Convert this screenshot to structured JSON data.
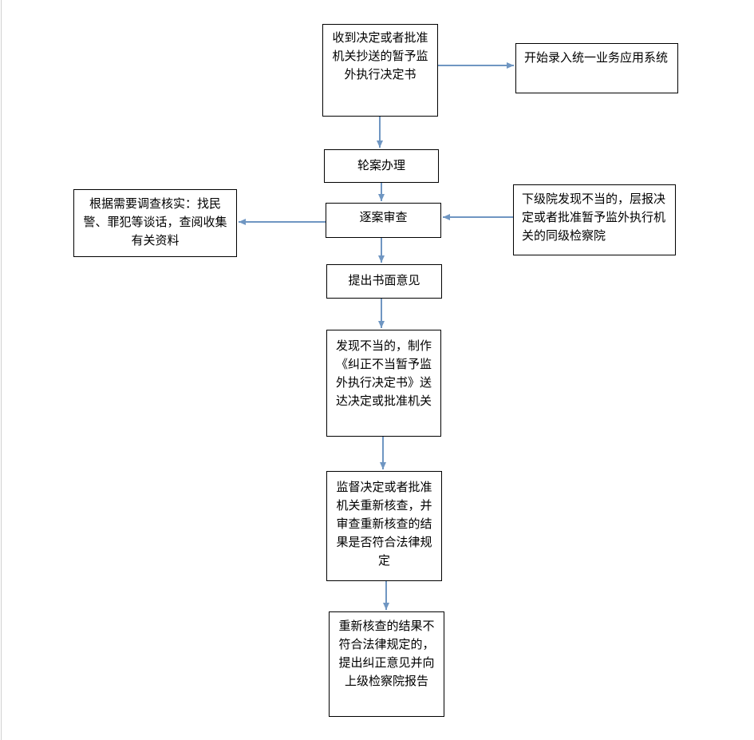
{
  "diagram": {
    "colors": {
      "arrow": "#6f96c2",
      "border": "#000000",
      "text": "#000000"
    },
    "nodes": {
      "receive_decision": "收到决定或者批准机关抄送的暂予监外执行决定书",
      "start_entry": "开始录入统一业务应用系统",
      "assign_case": "轮案办理",
      "review_case": "逐案审查",
      "investigate": "根据需要调查核实：找民警、罪犯等谈话，查阅收集有关资料",
      "lower_court": "下级院发现不当的，层报决定或者批准暂予监外执行机关的同级检察院",
      "written_opinion": "提出书面意见",
      "correction_notice": "发现不当的，制作《纠正不当暂予监外执行决定书》送达决定或批准机关",
      "supervise_recheck": "监督决定或者批准机关重新核查，并审查重新核查的结果是否符合法律规定",
      "report_upper": "重新核查的结果不符合法律规定的，提出纠正意见并向上级检察院报告"
    }
  }
}
